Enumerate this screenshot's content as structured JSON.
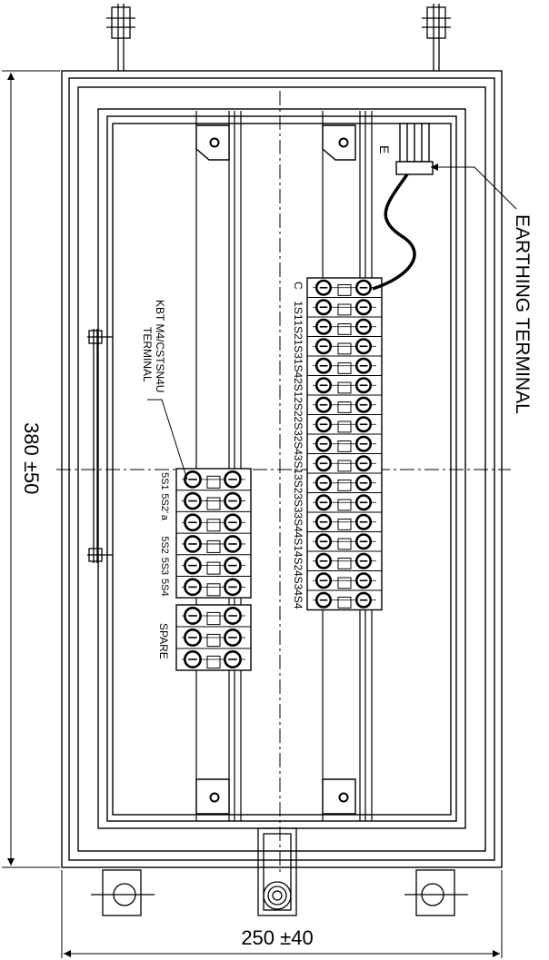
{
  "dimensions": {
    "height": "380 ±50",
    "width": "250 ±40"
  },
  "labels": {
    "earthing_terminal": "EARTHING TERMINAL",
    "earth_mark": "E",
    "kbt_line1": "KBT M4/CSTSN4U",
    "kbt_line2": "TERMINAL",
    "spare": "SPARE"
  },
  "right_terminal_labels": [
    "C",
    "1S1",
    "1S2",
    "1S3",
    "1S4",
    "2S1",
    "2S2",
    "2S3",
    "2S4",
    "3S1",
    "3S2",
    "3S3",
    "3S4",
    "4S1",
    "4S2",
    "4S3",
    "4S4"
  ],
  "left_terminal_labels": [
    "5S1",
    "5S2'",
    "a",
    "5S2",
    "5S3",
    "5S4"
  ],
  "colors": {
    "line": "#000000",
    "background": "#ffffff"
  }
}
